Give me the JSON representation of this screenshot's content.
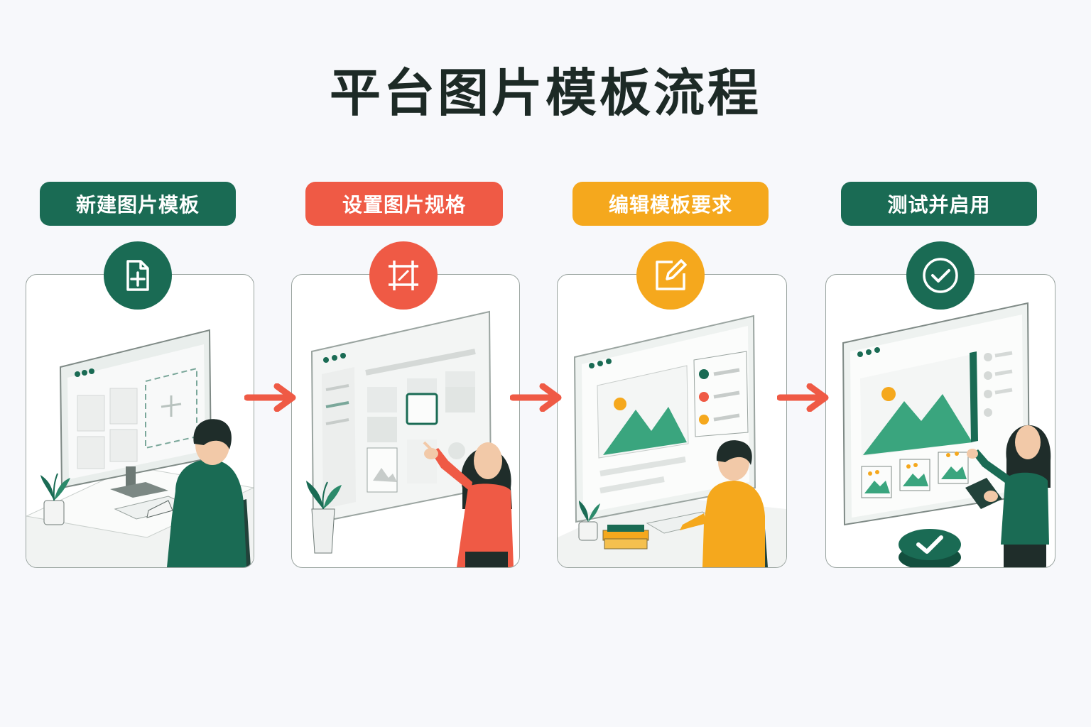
{
  "title": "平台图片模板流程",
  "colors": {
    "green": "#1a6b54",
    "red": "#ef5a45",
    "yellow": "#f5a81d",
    "mint": "#3aa57e"
  },
  "steps": [
    {
      "label": "新建图片模板",
      "icon": "file-plus-icon",
      "color": "#1a6b54"
    },
    {
      "label": "设置图片规格",
      "icon": "crop-icon",
      "color": "#ef5a45"
    },
    {
      "label": "编辑模板要求",
      "icon": "edit-icon",
      "color": "#f5a81d"
    },
    {
      "label": "测试并启用",
      "icon": "check-circle-icon",
      "color": "#1a6b54"
    }
  ]
}
